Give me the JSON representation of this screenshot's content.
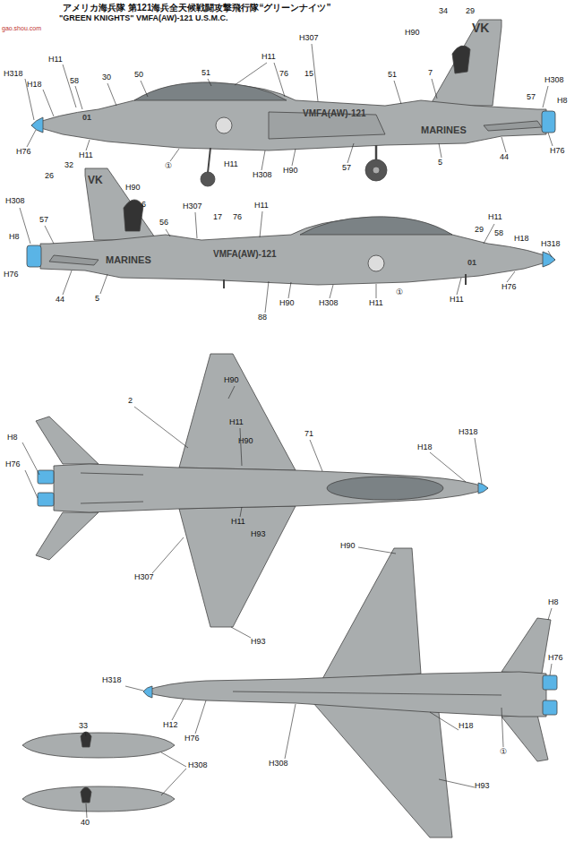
{
  "diagram": {
    "title": "アメリカ海兵隊 第121海兵全天候戦闘攻撃飛行隊“グリーンナイツ”",
    "labels": [
      "\"GREEN KNIGHTS\" VMFA(AW)-121 U.S.M.C.",
      "gao.shou.com",
      "H11",
      "H318",
      "H18",
      "58",
      "30",
      "50",
      "51",
      "H11",
      "76",
      "15",
      "H307",
      "51",
      "7",
      "34",
      "29",
      "H90",
      "H308",
      "57",
      "H8",
      "H76",
      "5",
      "44",
      "57",
      "H90",
      "H308",
      "H11",
      "①",
      "H76",
      "H11",
      "VMFA(AW)-121",
      "MARINES",
      "01",
      "VK",
      "26",
      "32",
      "H90",
      "6",
      "H308",
      "57",
      "56",
      "H8",
      "H76",
      "H307",
      "17",
      "76",
      "H11",
      "H11",
      "29",
      "58",
      "H18",
      "H318",
      "44",
      "5",
      "88",
      "H90",
      "H308",
      "H11",
      "①",
      "H11",
      "H76",
      "VMFA(AW)-121",
      "MARINES",
      "01",
      "VK",
      "H90",
      "2",
      "H11",
      "H90",
      "71",
      "H8",
      "H76",
      "H18",
      "H318",
      "H11",
      "H93",
      "H307",
      "H93",
      "H90",
      "H8",
      "H76",
      "H318",
      "H12",
      "H76",
      "H308",
      "H18",
      "①",
      "H93",
      "33",
      "H308",
      "40"
    ]
  }
}
